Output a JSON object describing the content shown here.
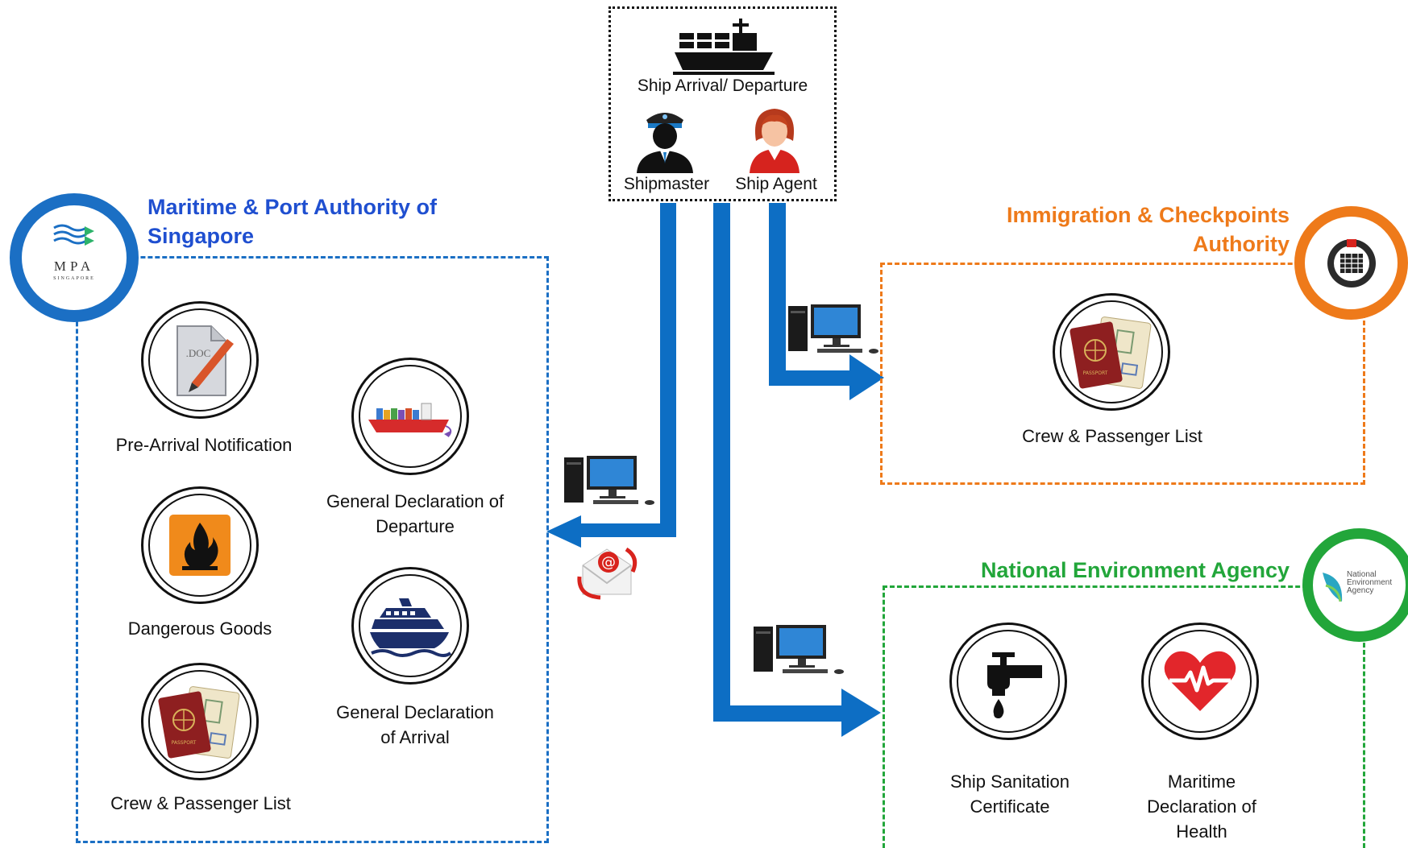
{
  "source": {
    "event": "Ship Arrival/ Departure",
    "roles": [
      "Shipmaster",
      "Ship Agent"
    ],
    "icons": [
      "cargo-ship-icon",
      "shipmaster-icon",
      "ship-agent-icon"
    ]
  },
  "mpa": {
    "title_line1": "Maritime & Port Authority of",
    "title_line2": "Singapore",
    "logo_text": "MPA",
    "logo_subtext": "SINGAPORE",
    "color": "#1f4fd0",
    "border_color": "#1b6fc4",
    "items": [
      {
        "label": "Pre-Arrival Notification",
        "icon": "document-icon"
      },
      {
        "label": "Dangerous Goods",
        "icon": "flammable-icon"
      },
      {
        "label": "Crew & Passenger List",
        "icon": "passport-icon"
      },
      {
        "label_line1": "General Declaration of",
        "label_line2": "Departure",
        "icon": "departing-ship-icon"
      },
      {
        "label_line1": "General Declaration",
        "label_line2": "of Arrival",
        "icon": "cruise-ship-icon"
      }
    ]
  },
  "ica": {
    "title_line1": "Immigration & Checkpoints",
    "title_line2": "Authority",
    "color": "#ee7a1a",
    "items": [
      {
        "label": "Crew & Passenger List",
        "icon": "passport-icon"
      }
    ]
  },
  "nea": {
    "title": "National Environment Agency",
    "logo_line1": "National",
    "logo_line2": "Environment",
    "logo_line3": "Agency",
    "color": "#22a63a",
    "items": [
      {
        "label_line1": "Ship Sanitation",
        "label_line2": "Certificate",
        "icon": "water-tap-icon"
      },
      {
        "label_line1": "Maritime",
        "label_line2": "Declaration of",
        "label_line3": "Health",
        "icon": "heart-pulse-icon"
      }
    ]
  },
  "connector_color": "#0d6ec4"
}
